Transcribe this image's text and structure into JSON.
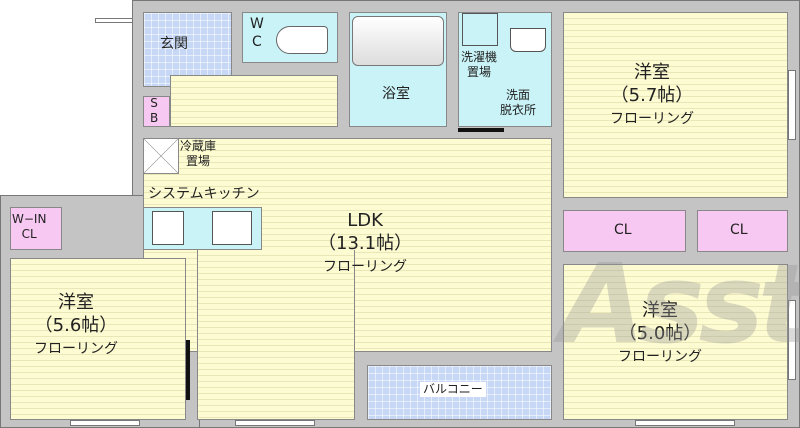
{
  "rooms": {
    "entrance": "玄関",
    "wc_w": "W",
    "wc_c": "C",
    "bath": "浴室",
    "washer_1": "洗濯機",
    "washer_2": "置場",
    "wash_1": "洗面",
    "wash_2": "脱衣所",
    "sb_s": "S",
    "sb_b": "B",
    "fridge_1": "冷蔵庫",
    "fridge_2": "置場",
    "kitchen": "システムキッチン",
    "ldk_name": "LDK",
    "ldk_size": "（13.1帖）",
    "ldk_floor": "フローリング",
    "room1_name": "洋室",
    "room1_size": "（5.7帖）",
    "room1_floor": "フローリング",
    "room2_name": "洋室",
    "room2_size": "（5.0帖）",
    "room2_floor": "フローリング",
    "room3_name": "洋室",
    "room3_size": "（5.6帖）",
    "room3_floor": "フローリング",
    "cl1": "CL",
    "cl2": "CL",
    "wic_1": "W−IN",
    "wic_2": "CL",
    "balcony": "バルコニー"
  },
  "logo": "Asst",
  "colors": {
    "floor": "#fdfbd2",
    "wet": "#c9f3f7",
    "storage": "#f7c8f2",
    "tile": "#c7d8f7",
    "wall": "#c4c4c4"
  }
}
